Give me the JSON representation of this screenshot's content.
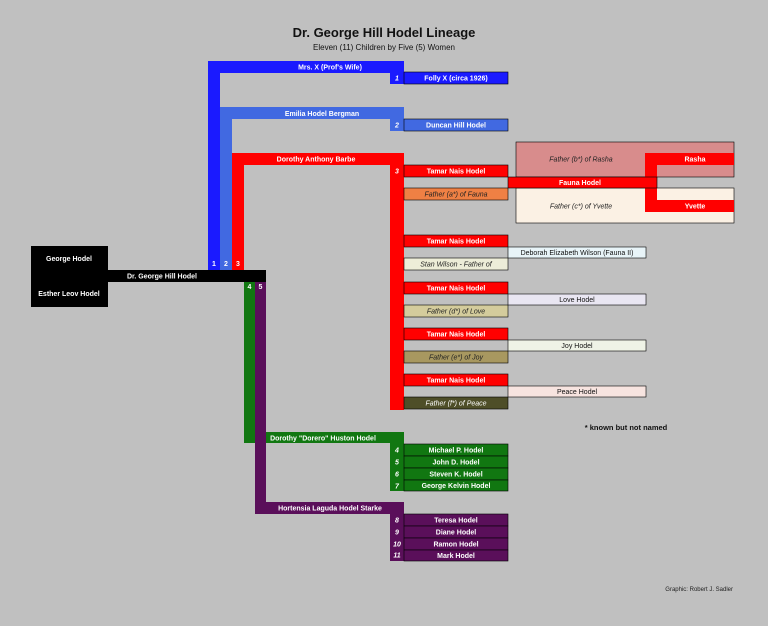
{
  "title": "Dr. George Hill Hodel Lineage",
  "subtitle": "Eleven (11) Children by Five (5) Women",
  "parents": {
    "father": "George Hodel",
    "mother": "Esther Leov Hodel"
  },
  "subject": "Dr. George Hill Hodel",
  "women_numbers": [
    "1",
    "2",
    "3",
    "4",
    "5"
  ],
  "women": [
    {
      "name": "Mrs. X (Prof's Wife)",
      "color": "#1a1aff"
    },
    {
      "name": "Emilia Hodel Bergman",
      "color": "#4169e1"
    },
    {
      "name": "Dorothy Anthony Barbe",
      "color": "#ff0000"
    },
    {
      "name": "Dorothy \"Dorero\" Huston Hodel",
      "color": "#117711"
    },
    {
      "name": "Hortensia Laguda Hodel Starke",
      "color": "#5a0f5a"
    }
  ],
  "children": [
    {
      "num": "1",
      "name": "Folly X (circa 1926)"
    },
    {
      "num": "2",
      "name": "Duncan Hill Hodel"
    },
    {
      "num": "3",
      "name": "Tamar Nais Hodel"
    },
    {
      "num": "4",
      "name": "Michael P. Hodel"
    },
    {
      "num": "5",
      "name": "John D. Hodel"
    },
    {
      "num": "6",
      "name": "Steven K. Hodel"
    },
    {
      "num": "7",
      "name": "George Kelvin Hodel"
    },
    {
      "num": "8",
      "name": "Teresa Hodel"
    },
    {
      "num": "9",
      "name": "Diane Hodel"
    },
    {
      "num": "10",
      "name": "Ramon Hodel"
    },
    {
      "num": "11",
      "name": "Mark Hodel"
    }
  ],
  "tamar_name": "Tamar Nais Hodel",
  "tamar_lines": [
    {
      "father": "Father (a*) of Fauna",
      "child": "Fauna Hodel"
    },
    {
      "father": "Stan Wilson - Father of",
      "child": "Deborah Elizabeth Wilson (Fauna II)"
    },
    {
      "father": "Father (d*) of Love",
      "child": "Love Hodel"
    },
    {
      "father": "Father (e*) of Joy",
      "child": "Joy Hodel"
    },
    {
      "father": "Father (f*) of Peace",
      "child": "Peace Hodel"
    }
  ],
  "fauna_tree": {
    "father_b": "Father (b*) of Rasha",
    "father_c": "Father (c*) of Yvette",
    "rasha": "Rasha",
    "yvette": "Yvette"
  },
  "note": "* known but not named",
  "credit": "Graphic: Robert J. Sadler"
}
